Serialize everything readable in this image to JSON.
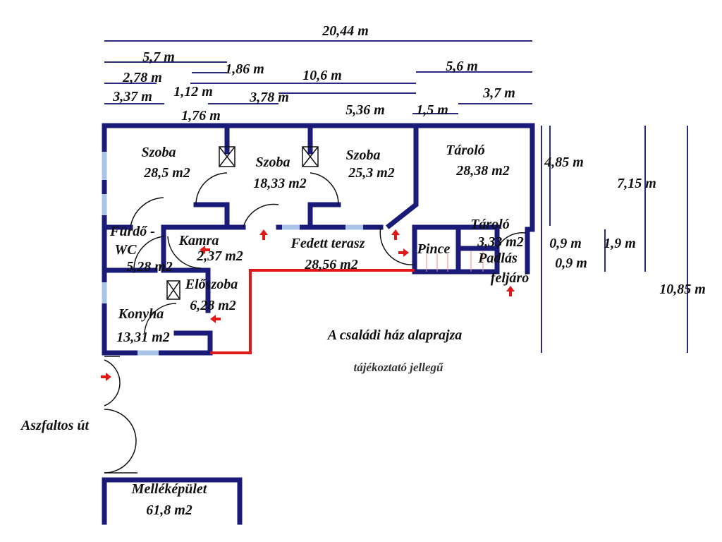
{
  "dimensions": {
    "total_width": "20,44 m",
    "d_5_7": "5,7 m",
    "d_1_86": "1,86 m",
    "d_2_78": "2,78 m",
    "d_10_6": "10,6 m",
    "d_5_6": "5,6 m",
    "d_3_37": "3,37 m",
    "d_1_12": "1,12 m",
    "d_3_78": "3,78 m",
    "d_5_36": "5,36 m",
    "d_1_5": "1,5 m",
    "d_3_7": "3,7 m",
    "d_1_76": "1,76 m",
    "d_4_85": "4,85 m",
    "d_7_15": "7,15 m",
    "d_0_9_a": "0,9 m",
    "d_1_9": "1,9 m",
    "d_0_9_b": "0,9 m",
    "d_10_85": "10,85 m"
  },
  "rooms": {
    "szoba1": {
      "name": "Szoba",
      "area": "28,5 m2"
    },
    "szoba2": {
      "name": "Szoba",
      "area": "18,33 m2"
    },
    "szoba3": {
      "name": "Szoba",
      "area": "25,3 m2"
    },
    "tarolo1": {
      "name": "Tároló",
      "area": "28,38 m2"
    },
    "furdo": {
      "name1": "Fürdő -",
      "name2": "WC",
      "area": "5,28 m2"
    },
    "kamra": {
      "name": "Kamra",
      "area": "2,37 m2"
    },
    "terasz": {
      "name": "Fedett terasz",
      "area": "28,56 m2"
    },
    "pince": {
      "name": "Pince"
    },
    "tarolo2": {
      "name": "Tároló",
      "area": "3,33 m2"
    },
    "padlas": {
      "name1": "Padlás",
      "name2": "feljáró"
    },
    "eloszoba": {
      "name": "Előszoba",
      "area": "6,28 m2"
    },
    "konyha": {
      "name": "Konyha",
      "area": "13,31 m2"
    },
    "mellek": {
      "name": "Melléképület",
      "area": "61,8 m2"
    }
  },
  "road": "Aszfaltos út",
  "title": "A családi ház alaprajza",
  "subtitle": "tájékoztató jellegű",
  "colors": {
    "wall": "#1a1a78",
    "window": "#a9c4e6",
    "entrance": "#e01818"
  }
}
